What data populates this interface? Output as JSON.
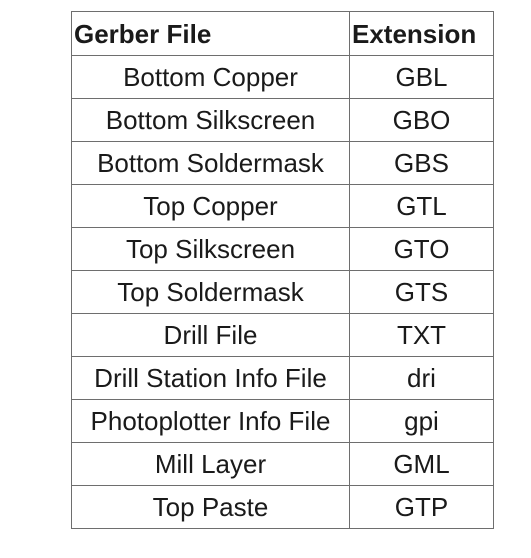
{
  "table": {
    "headers": [
      "Gerber File",
      "Extension"
    ],
    "rows": [
      [
        "Bottom Copper",
        "GBL"
      ],
      [
        "Bottom Silkscreen",
        "GBO"
      ],
      [
        "Bottom Soldermask",
        "GBS"
      ],
      [
        "Top Copper",
        "GTL"
      ],
      [
        "Top Silkscreen",
        "GTO"
      ],
      [
        "Top Soldermask",
        "GTS"
      ],
      [
        "Drill File",
        "TXT"
      ],
      [
        "Drill Station Info File",
        "dri"
      ],
      [
        "Photoplotter Info File",
        "gpi"
      ],
      [
        "Mill Layer",
        "GML"
      ],
      [
        "Top Paste",
        "GTP"
      ]
    ]
  }
}
